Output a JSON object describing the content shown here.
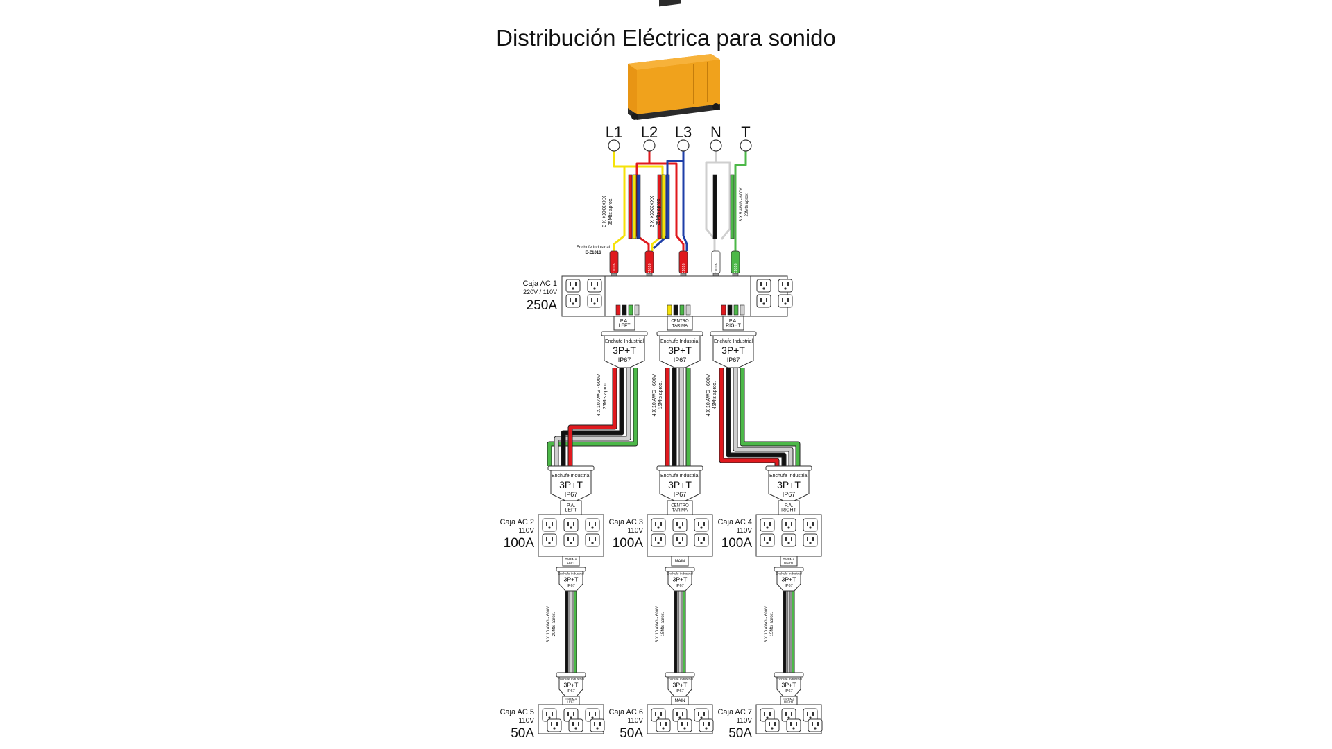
{
  "title": "Distribución Eléctrica para sonido",
  "phases": [
    "L1",
    "L2",
    "L3",
    "N",
    "T"
  ],
  "colors": {
    "L1": "#f5e20a",
    "L2": "#e0191e",
    "L3": "#1f3fa8",
    "N": "#cfcfcf",
    "T": "#4cb848",
    "black": "#111111",
    "generator": "#f0a21c"
  },
  "cable_notes": {
    "feed_a_1": "3 X XXXXXXX",
    "feed_a_2": "25Mts aprox.",
    "feed_b_1": "3 X XXXXXXX",
    "feed_b_2": "25Mts aprox.",
    "ground_1": "3 X 8 AWG - 600V",
    "ground_2": "20Mts aprox.",
    "left_1": "4 X 10 AWG - 600V",
    "left_2": "25Mts aprox.",
    "center_1": "4 X 10 AWG - 600V",
    "center_2": "15Mts aprox.",
    "right_1": "4 X 10 AWG - 600V",
    "right_2": "45Mts aprox.",
    "b5_1": "3 X 10 AWG - 600V",
    "b5_2": "20Mts aprox.",
    "b6_1": "3 X 10 AWG - 600V",
    "b6_2": "15Mts aprox.",
    "b7_1": "3 X 10 AWG - 600V",
    "b7_2": "15Mts aprox."
  },
  "enchufe_note": {
    "line1": "Enchufe Industrial",
    "line2": "E-Z1016"
  },
  "plug_tag": "E-Z1016",
  "plug": {
    "header": "Enchufe Industrial",
    "type": "3P+T",
    "rating": "IP67"
  },
  "boxes": {
    "ac1": {
      "name": "Caja AC 1",
      "voltage": "220V / 110V",
      "amps": "250A"
    },
    "ac2": {
      "name": "Caja AC 2",
      "voltage": "110V",
      "amps": "100A"
    },
    "ac3": {
      "name": "Caja AC 3",
      "voltage": "110V",
      "amps": "100A"
    },
    "ac4": {
      "name": "Caja AC 4",
      "voltage": "110V",
      "amps": "100A"
    },
    "ac5": {
      "name": "Caja AC 5",
      "voltage": "110V",
      "amps": "50A"
    },
    "ac6": {
      "name": "Caja AC 6",
      "voltage": "110V",
      "amps": "50A"
    },
    "ac7": {
      "name": "Caja AC 7",
      "voltage": "110V",
      "amps": "50A"
    }
  },
  "outputs": {
    "pa_left": [
      "P.A.",
      "LEFT"
    ],
    "centro": [
      "CENTRO",
      "TARIMA"
    ],
    "pa_right": [
      "P.A.",
      "RIGHT"
    ],
    "tarima_left": [
      "TARIMA",
      "LEFT"
    ],
    "main": [
      "MAIN"
    ],
    "tarima_right": [
      "TARIMA",
      "RIGHT"
    ]
  }
}
